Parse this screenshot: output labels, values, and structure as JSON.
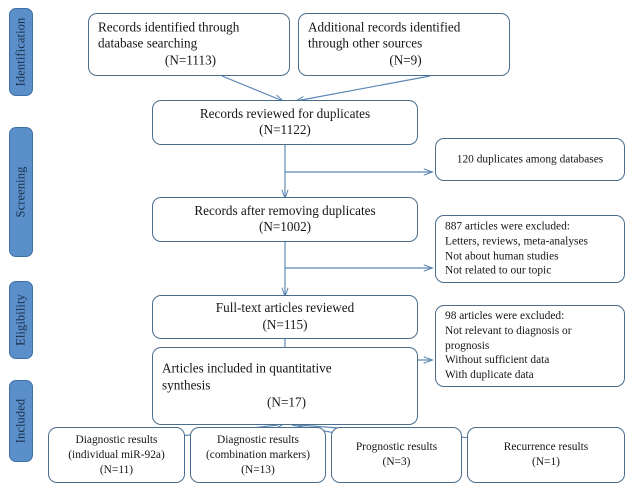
{
  "diagram": {
    "title": "PRISMA study selection flow diagram",
    "colors": {
      "stage_fill": "#5B8FC9",
      "stage_border": "#3E6FA8",
      "box_border": "#4A6D8C",
      "arrow": "#5A86B5",
      "text": "#151515",
      "background": "#ffffff"
    }
  },
  "stages": [
    {
      "id": "identification",
      "label": "Identification"
    },
    {
      "id": "screening",
      "label": "Screening"
    },
    {
      "id": "eligibility",
      "label": "Eligibility"
    },
    {
      "id": "included",
      "label": "Included"
    }
  ],
  "boxes": {
    "records_database": {
      "line1": "Records identified through",
      "line2": "database searching",
      "line3": "(N=1113)",
      "count": 1113
    },
    "records_other": {
      "line1": "Additional records identified",
      "line2": "through other sources",
      "line3": "(N=9)",
      "count": 9
    },
    "reviewed_duplicates": {
      "line1": "Records reviewed for duplicates",
      "line2": "(N=1122)",
      "count": 1122
    },
    "duplicates_excluded": {
      "line1": "120 duplicates among databases",
      "count": 120
    },
    "after_duplicates": {
      "line1": "Records after removing duplicates",
      "line2": "(N=1002)",
      "count": 1002
    },
    "excluded_887": {
      "line1": "887 articles were excluded:",
      "line2": "Letters, reviews, meta-analyses",
      "line3": "Not about human studies",
      "line4": "Not related to our topic",
      "count": 887
    },
    "fulltext_reviewed": {
      "line1": "Full-text articles reviewed",
      "line2": "(N=115)",
      "count": 115
    },
    "excluded_98": {
      "line1": "98 articles were excluded:",
      "line2": "Not relevant to diagnosis or",
      "line3": "prognosis",
      "line4": "Without sufficient data",
      "line5": "With duplicate data",
      "count": 98
    },
    "included_quantitative": {
      "line1": "Articles included in quantitative",
      "line2": "synthesis",
      "line3": "(N=17)",
      "count": 17
    },
    "outcome_individual": {
      "line1": "Diagnostic results",
      "line2": "(individual miR-92a)",
      "line3": "(N=11)",
      "count": 11
    },
    "outcome_combination": {
      "line1": "Diagnostic results",
      "line2": "(combination markers)",
      "line3": "(N=13)",
      "count": 13
    },
    "outcome_prognostic": {
      "line1": "Prognostic results",
      "line2": "(N=3)",
      "count": 3
    },
    "outcome_recurrence": {
      "line1": "Recurrence results",
      "line2": "(N=1)",
      "count": 1
    }
  }
}
